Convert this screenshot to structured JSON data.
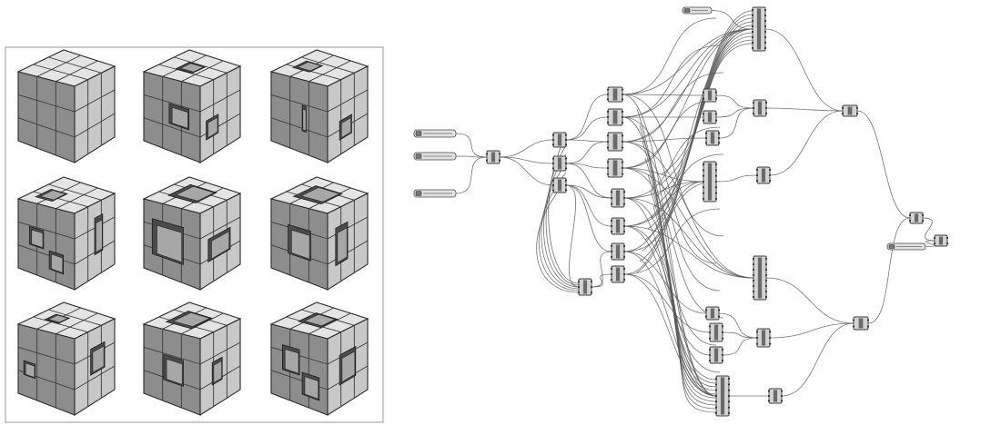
{
  "cube_panel": {
    "cubes": [
      {
        "variant": "solid"
      },
      {
        "variant": "openings-a"
      },
      {
        "variant": "openings-b"
      },
      {
        "variant": "frame-a"
      },
      {
        "variant": "frame-b"
      },
      {
        "variant": "frame-c"
      },
      {
        "variant": "mixed-a"
      },
      {
        "variant": "mixed-b"
      },
      {
        "variant": "mixed-c"
      }
    ]
  },
  "node_graph": {
    "inputs": [
      {
        "id": "slider-1"
      },
      {
        "id": "slider-2"
      },
      {
        "id": "slider-3"
      },
      {
        "id": "slider-4"
      },
      {
        "id": "slider-5"
      }
    ],
    "components": [
      {
        "id": "merge-1"
      },
      {
        "id": "list-a1"
      },
      {
        "id": "list-a2"
      },
      {
        "id": "list-a3"
      },
      {
        "id": "dispatch-1"
      },
      {
        "id": "dispatch-2"
      },
      {
        "id": "dispatch-3"
      },
      {
        "id": "dispatch-4"
      },
      {
        "id": "dispatch-5"
      },
      {
        "id": "dispatch-6"
      },
      {
        "id": "dispatch-7"
      },
      {
        "id": "dispatch-8"
      },
      {
        "id": "pick-1"
      },
      {
        "id": "pick-2"
      },
      {
        "id": "gate-1"
      },
      {
        "id": "gate-2"
      },
      {
        "id": "gate-3"
      },
      {
        "id": "gate-4"
      },
      {
        "id": "collect-1"
      },
      {
        "id": "collect-2"
      },
      {
        "id": "collect-3"
      },
      {
        "id": "collect-4"
      },
      {
        "id": "join-1"
      },
      {
        "id": "join-2"
      },
      {
        "id": "join-3"
      },
      {
        "id": "join-4"
      },
      {
        "id": "join-5"
      },
      {
        "id": "join-6"
      },
      {
        "id": "output-1"
      },
      {
        "id": "output-2"
      },
      {
        "id": "output-3"
      }
    ]
  }
}
